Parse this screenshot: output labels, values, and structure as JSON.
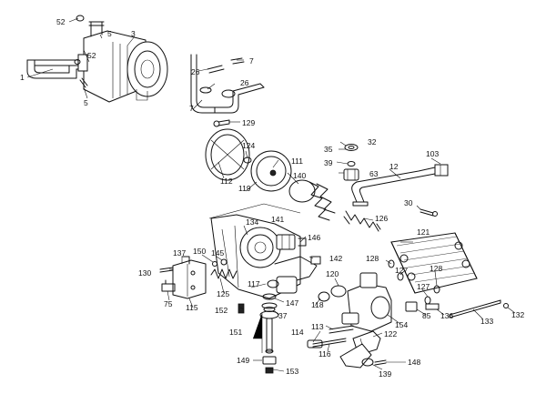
{
  "callouts": {
    "c1": "1",
    "c3": "3",
    "c5a": "5",
    "c5b": "5",
    "c7a": "7",
    "c7b": "7",
    "c12": "12",
    "c26a": "26",
    "c26b": "26",
    "c30": "30",
    "c32": "32",
    "c35": "35",
    "c37": "37",
    "c39": "39",
    "c52a": "52",
    "c52b": "52",
    "c63": "63",
    "c75": "75",
    "c85": "85",
    "c103": "103",
    "c111": "111",
    "c112": "112",
    "c113": "113",
    "c114": "114",
    "c115": "115",
    "c116": "116",
    "c117": "117",
    "c118": "118",
    "c119": "119",
    "c120": "120",
    "c121": "121",
    "c122": "122",
    "c124": "124",
    "c125": "125",
    "c126": "126",
    "c127a": "127",
    "c127b": "127",
    "c128a": "128",
    "c128b": "128",
    "c129": "129",
    "c130": "130",
    "c132": "132",
    "c133": "133",
    "c134": "134",
    "c136": "136",
    "c137": "137",
    "c139": "139",
    "c140": "140",
    "c141": "141",
    "c142": "142",
    "c145": "145",
    "c146": "146",
    "c147": "147",
    "c148": "148",
    "c149": "149",
    "c150": "150",
    "c151": "151",
    "c152": "152",
    "c153": "153",
    "c154": "154"
  }
}
